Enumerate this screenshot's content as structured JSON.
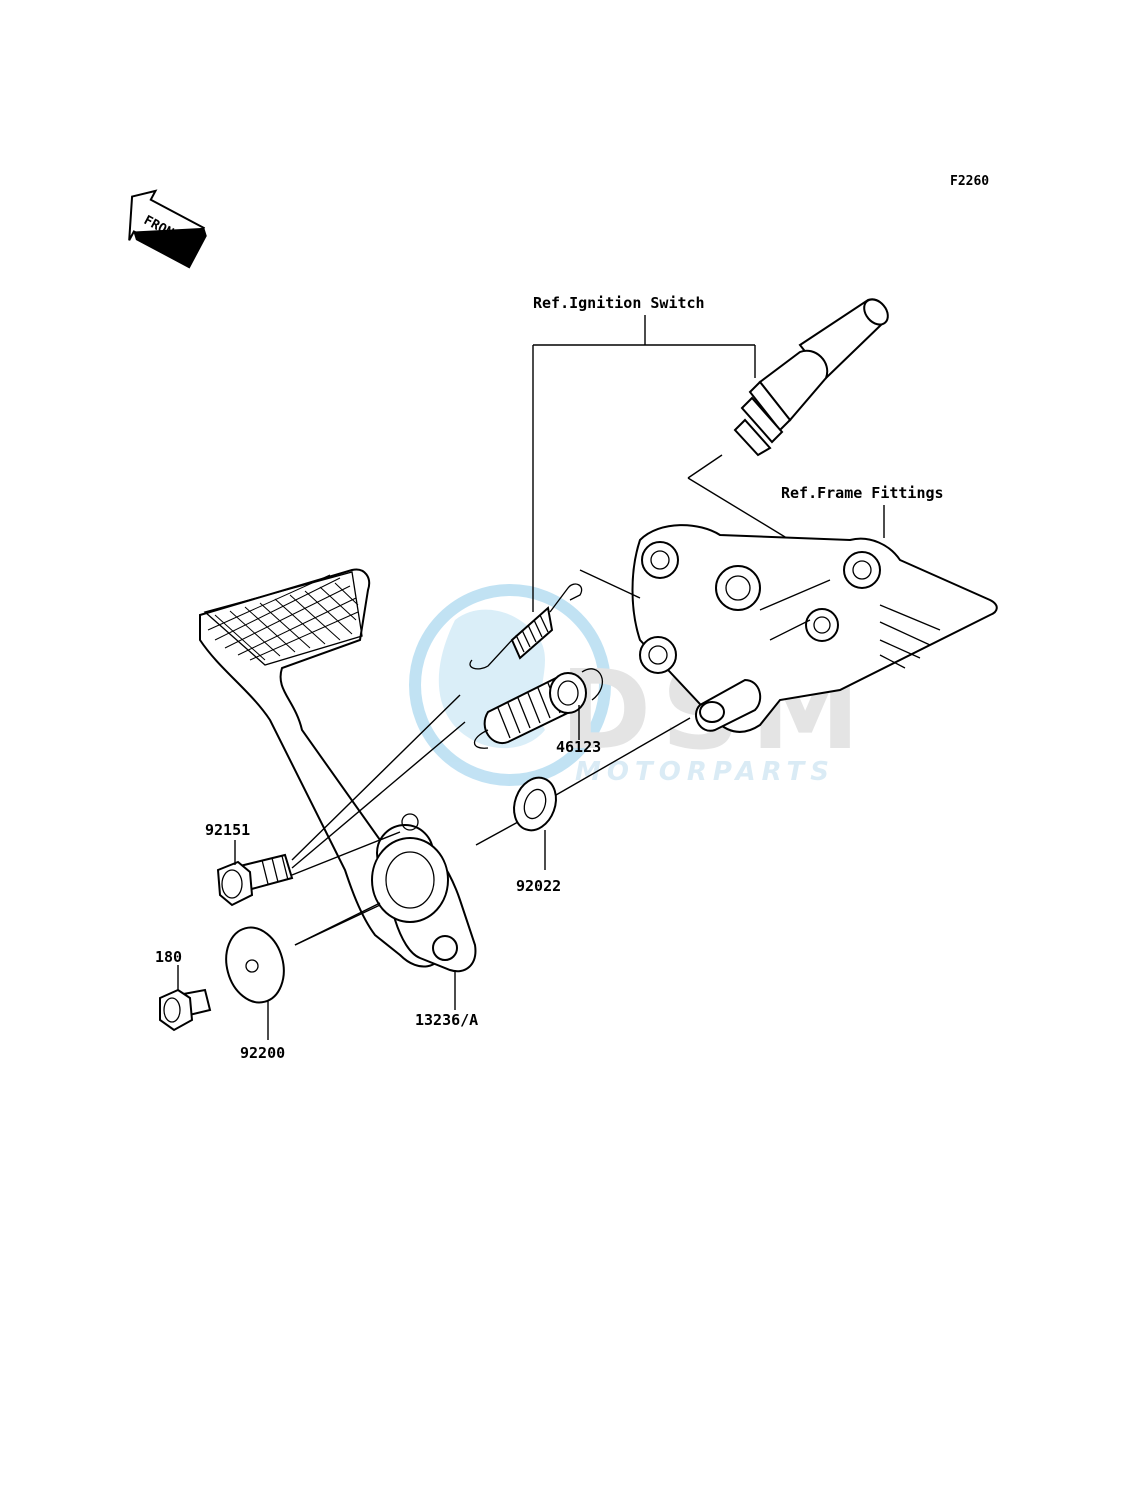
{
  "figure_code": "F2260",
  "front_arrow_label": "FRONT",
  "references": {
    "ignition_switch": "Ref.Ignition Switch",
    "frame_fittings": "Ref.Frame Fittings"
  },
  "parts": {
    "p92151": "92151",
    "p180": "180",
    "p92200": "92200",
    "p13236a": "13236/A",
    "p92022": "92022",
    "p46123": "46123"
  },
  "watermark": {
    "brand": "DSM",
    "sub": "MOTORPARTS",
    "color": "#9fd3ee",
    "text_color": "#d3d3d3"
  }
}
